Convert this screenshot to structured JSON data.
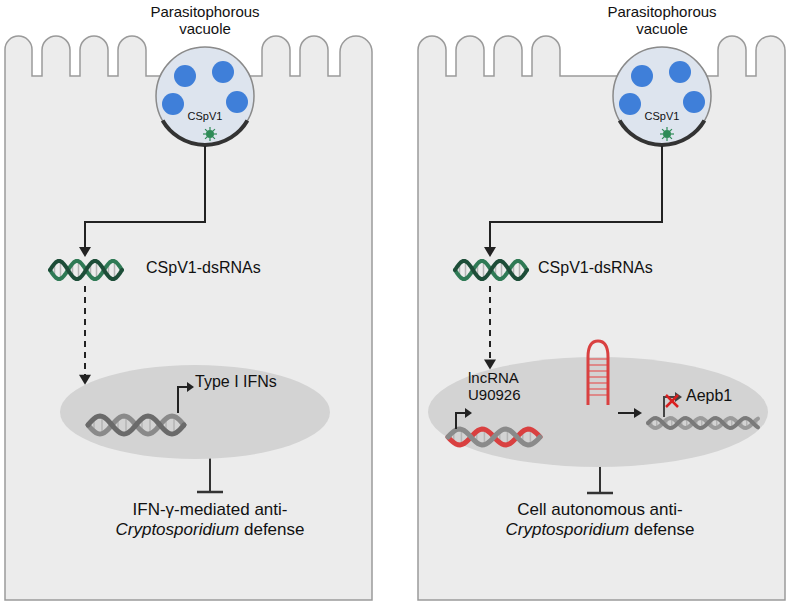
{
  "diagram": {
    "nodes": [
      {
        "text": [
          "Parasitophorous vacuole",
          "CSpV1"
        ]
      },
      {
        "text": [
          "Type I IFNs"
        ]
      },
      {
        "text": [
          "Parasitophorous vacuole",
          "CSpV1"
        ]
      },
      {
        "text": [
          "lncRNA U90926",
          "Aepb1"
        ]
      }
    ],
    "edges": [
      {
        "from": 0,
        "to": 1,
        "arrow": "to",
        "label": "CSpV1-dsRNAs"
      },
      {
        "from": 2,
        "to": 3,
        "arrow": "to",
        "label": "CSpV1-dsRNAs"
      }
    ],
    "labels": [
      "IFN-γ-mediated anti-Cryptosporidium defense",
      "Cell autonomous anti-Cryptosporidium defense"
    ]
  }
}
